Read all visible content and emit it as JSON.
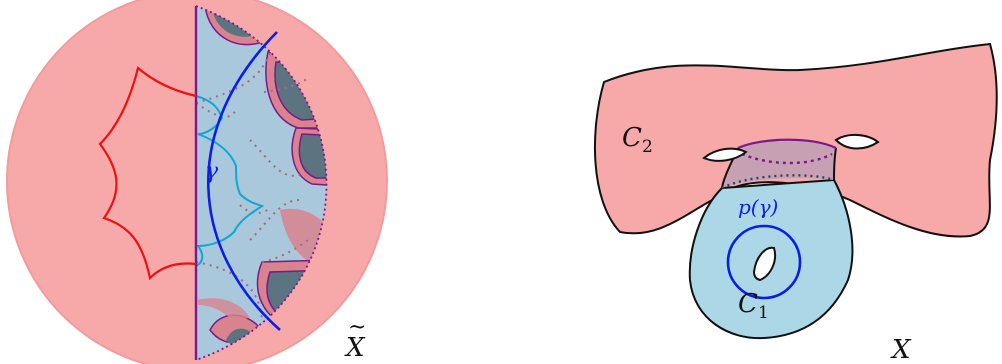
{
  "left_panel": {
    "space_label": "X",
    "space_label_accent": "~",
    "geodesic_label": "γ"
  },
  "right_panel": {
    "space_label": "X",
    "component_top_label": "C",
    "component_top_subscript": "2",
    "component_bottom_label": "C",
    "component_bottom_subscript": "1",
    "curve_label": "p(γ)"
  },
  "colors": {
    "pink_fill": "#f7a8a8",
    "blue_fill": "#a9c8dc",
    "light_blue_fill": "#abd7e6",
    "dark_region": "#5c7480",
    "mauve_region": "#c8a0b4",
    "red_curve": "#ee1111",
    "cyan_curve": "#10a8d0",
    "blue_curve": "#0b1ee8",
    "purple_curve": "#7a1a8a",
    "dotted_curve": "#a86a7a",
    "outline": "#111111"
  }
}
